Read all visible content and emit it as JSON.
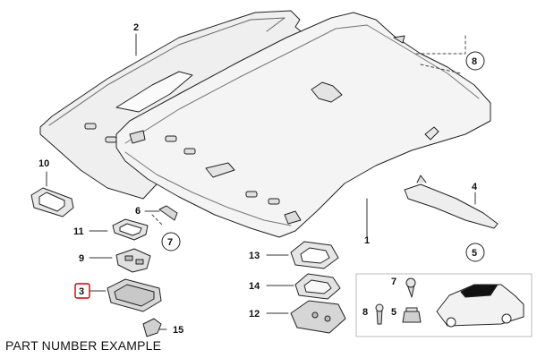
{
  "diagram": {
    "caption": "PART NUMBER EXAMPLE",
    "highlight_color": "#cc0000",
    "callouts": {
      "c1": "1",
      "c2": "2",
      "c3": "3",
      "c4": "4",
      "c5a": "5",
      "c5b": "5",
      "c6": "6",
      "c7a": "7",
      "c7b": "7",
      "c8a": "8",
      "c8b": "8",
      "c9": "9",
      "c10": "10",
      "c11": "11",
      "c12": "12",
      "c13": "13",
      "c14": "14",
      "c15": "15"
    }
  }
}
